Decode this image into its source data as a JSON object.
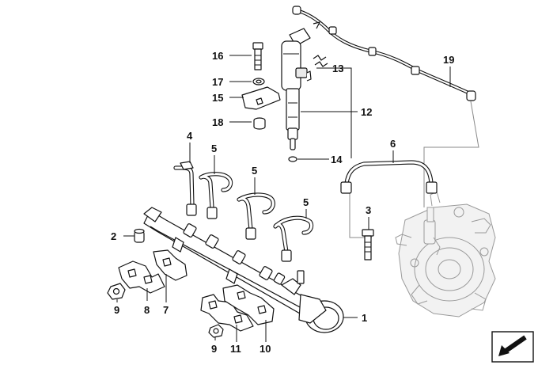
{
  "callouts": {
    "c1": "1",
    "c2": "2",
    "c3": "3",
    "c4": "4",
    "c5a": "5",
    "c5b": "5",
    "c5c": "5",
    "c6": "6",
    "c7": "7",
    "c8": "8",
    "c9a": "9",
    "c9b": "9",
    "c10": "10",
    "c11": "11",
    "c12": "12",
    "c13": "13",
    "c14": "14",
    "c15": "15",
    "c16": "16",
    "c17": "17",
    "c18": "18",
    "c19": "19"
  },
  "icons": {
    "corner_symbol": "arrow-down-left-icon"
  }
}
